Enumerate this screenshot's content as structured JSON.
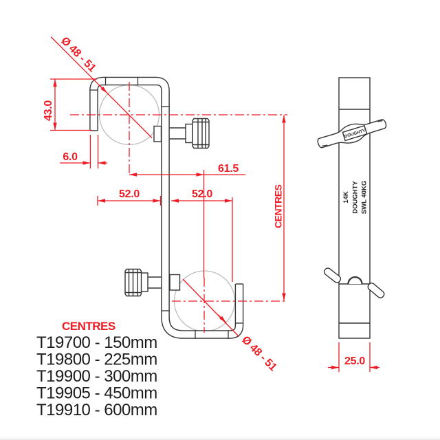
{
  "colors": {
    "dimension_red": "#ed1c24",
    "line_black": "#333333",
    "tube_gray": "#bdbdbd"
  },
  "front_view": {
    "top_tube_diameter": "Ø 48 - 51",
    "bottom_tube_diameter": "Ø 48 - 51",
    "hook_height": "43.0",
    "material_thickness": "6.0",
    "centre_offset": "61.5",
    "span_left": "52.0",
    "span_right": "52.0",
    "centres_axis_label": "CENTRES"
  },
  "side_view": {
    "bar_width": "25.0",
    "marking_line1": "14K",
    "marking_line2": "DOUGHTY",
    "marking_line3": "SWL 40KG",
    "wing_nut_label": "DOUGHTY"
  },
  "legend": {
    "heading": "CENTRES",
    "items": [
      "T19700 - 150mm",
      "T19800 - 225mm",
      "T19900 - 300mm",
      "T19905 - 450mm",
      "T19910 - 600mm"
    ]
  }
}
